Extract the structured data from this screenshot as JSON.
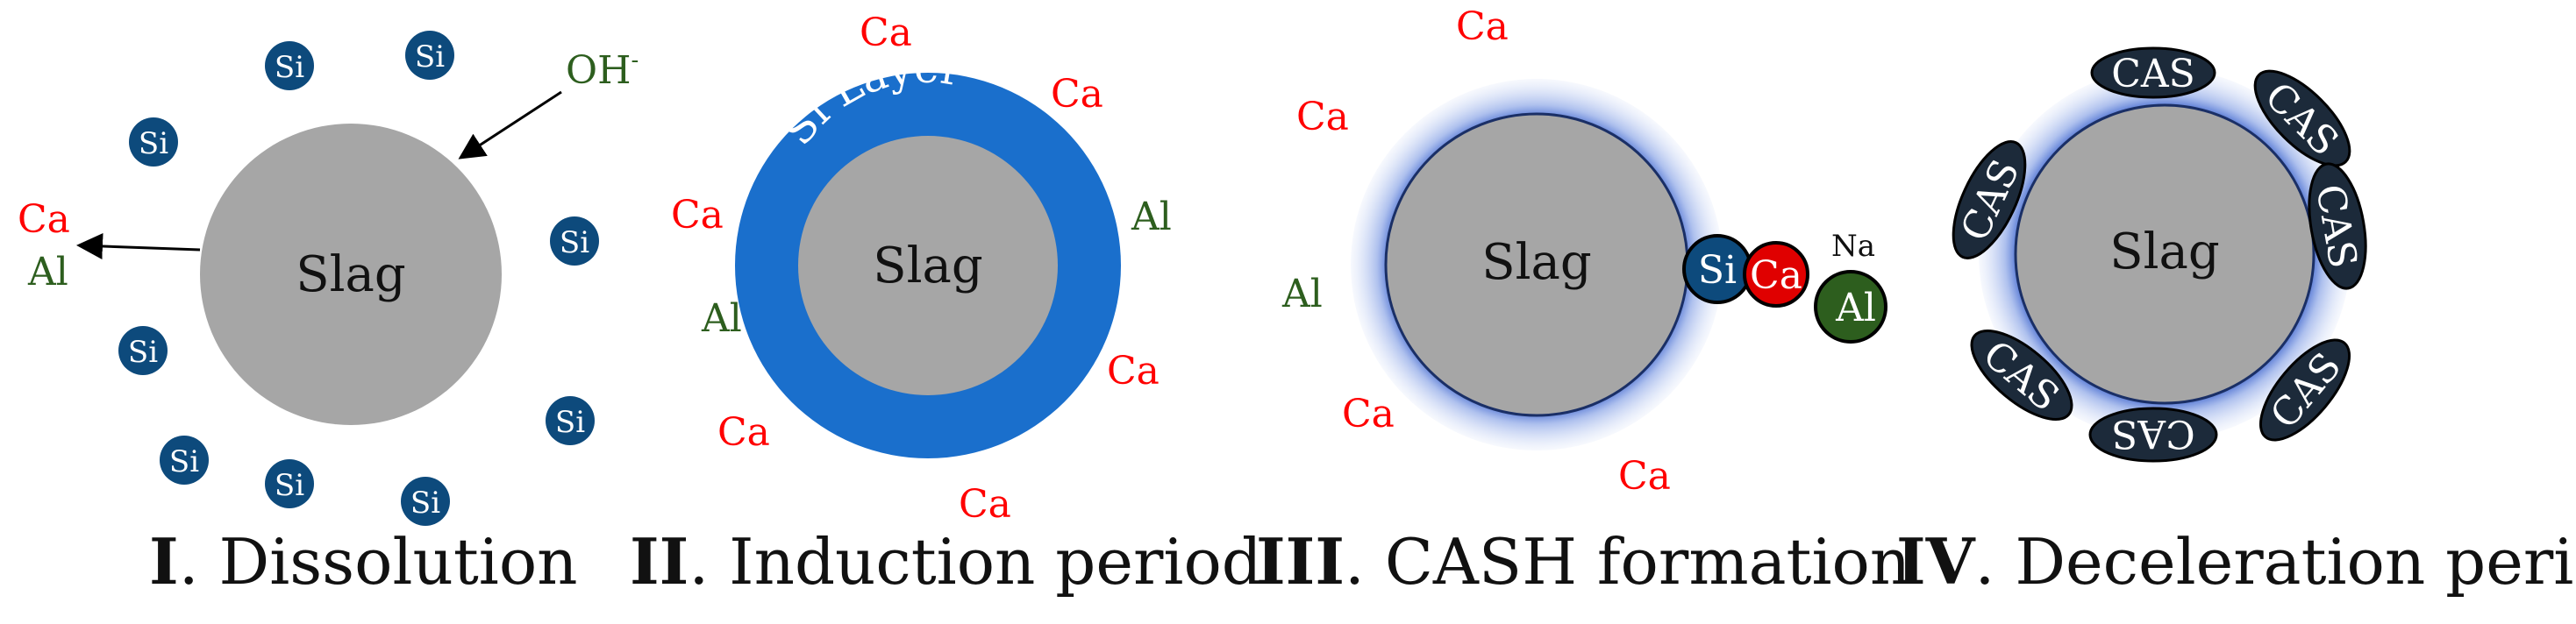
{
  "colors": {
    "slag": "#a6a6a6",
    "si": "#0d4a7c",
    "ca": "#ff0000",
    "al": "#2d5e1e",
    "layer": "#1a6fcc",
    "cas": "#1c2a3a",
    "halo": "#5b7fd6"
  },
  "labels": {
    "slag": "Slag",
    "si": "Si",
    "ca": "Ca",
    "al": "Al",
    "oh": "OH",
    "oh_sup": "-",
    "na": "Na",
    "layer": "Layer",
    "cas": "CAS"
  },
  "captions": [
    {
      "num": "I",
      "text": ". Dissolution"
    },
    {
      "num": "II",
      "text": ". Induction period"
    },
    {
      "num": "III",
      "text": ". CASH formation"
    },
    {
      "num": "IV",
      "text": ". Deceleration period"
    }
  ]
}
